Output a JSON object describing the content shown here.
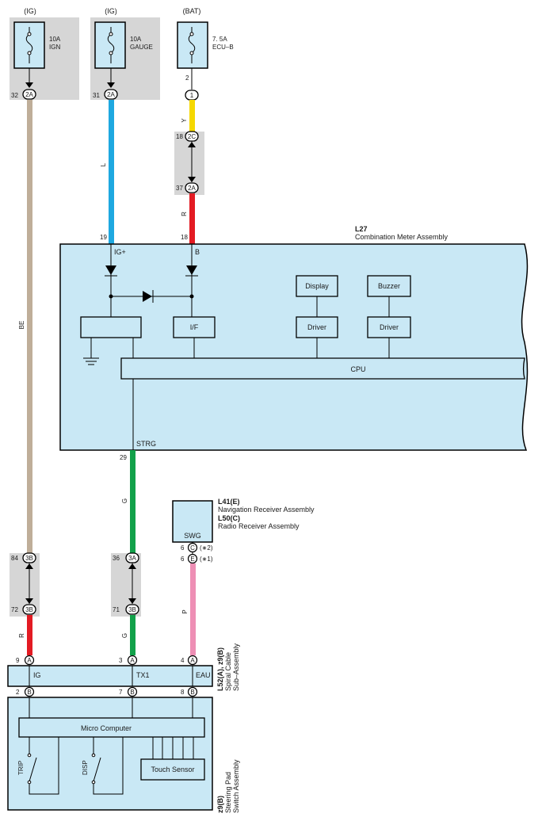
{
  "fuses": [
    {
      "supply": "(IG)",
      "rating": "10A",
      "name": "IGN",
      "pin": "32",
      "connector": "2A"
    },
    {
      "supply": "(IG)",
      "rating": "10A",
      "name": "GAUGE",
      "pin": "31",
      "connector": "2A"
    },
    {
      "supply": "(BAT)",
      "rating": "7. 5A",
      "name": "ECU–B",
      "pin": "2",
      "connector": "1"
    }
  ],
  "wires": {
    "ign_color": "BE",
    "gauge_color": "L",
    "bat_color_top": "Y",
    "bat_color_bottom": "R",
    "strg_color": "G",
    "swg_color": "P",
    "ig_bottom_color": "R",
    "strg_bottom_color": "G"
  },
  "junctions": {
    "bat_upper": {
      "pin": "18",
      "connector": "2C"
    },
    "bat_lower": {
      "pin": "37",
      "connector": "2A"
    },
    "ign_upper": {
      "pin": "84",
      "connector": "3B"
    },
    "ign_lower": {
      "pin": "72",
      "connector": "3B"
    },
    "strg_upper": {
      "pin": "36",
      "connector": "3A"
    },
    "strg_lower": {
      "pin": "71",
      "connector": "3B"
    }
  },
  "meter": {
    "code": "L27",
    "name": "Combination Meter Assembly",
    "pin_ig": "19",
    "pin_b": "18",
    "label_ig": "IG+",
    "label_b": "B",
    "if_label": "I/F",
    "display_label": "Display",
    "buzzer_label": "Buzzer",
    "driver_label": "Driver",
    "cpu_label": "CPU",
    "strg_label": "STRG",
    "strg_pin": "29"
  },
  "receiver": {
    "code1": "L41(E)",
    "name1": "Navigation Receiver Assembly",
    "code2": "L50(C)",
    "name2": "Radio Receiver Assembly",
    "box_label": "SWG",
    "pin_c": "6",
    "conn_c": "C",
    "note_c": "(∗2)",
    "pin_e": "6",
    "conn_e": "E",
    "note_e": "(∗1)"
  },
  "spiral": {
    "code": "L52(A), z9(B)",
    "name1": "Spiral Cable",
    "name2": "Sub–Assembly",
    "pin_ig": "9",
    "pin_tx1": "3",
    "pin_eau": "4",
    "conn": "A",
    "label_ig": "IG",
    "label_tx1": "TX1",
    "label_eau": "EAU",
    "pin_b1": "2",
    "pin_b2": "7",
    "pin_b3": "8",
    "conn_b": "B"
  },
  "steering": {
    "code": "z9(B)",
    "name1": "Steering Pad",
    "name2": "Switch Assembly",
    "micro_label": "Micro Computer",
    "trip_label": "TRIP",
    "disp_label": "DISP",
    "touch_label": "Touch Sensor"
  },
  "colors": {
    "beige": "#bfae99",
    "blue": "#1ea8e0",
    "yellow": "#f5d800",
    "red": "#e31b23",
    "green": "#12a14a",
    "pink": "#ee8fb5",
    "box_fill": "#c9e8f5",
    "gray_fill": "#d6d6d6"
  }
}
